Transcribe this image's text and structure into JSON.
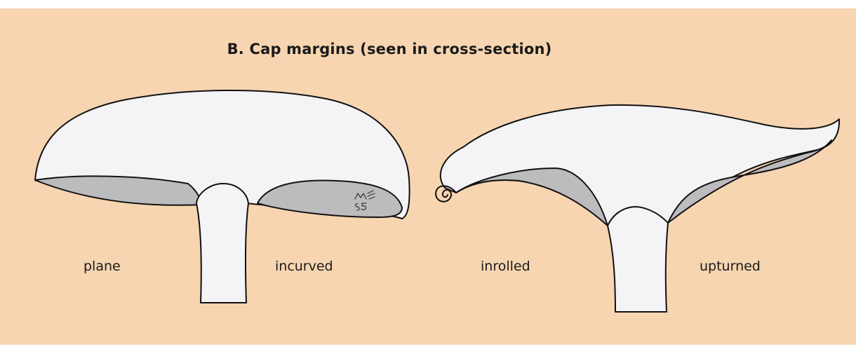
{
  "title": "B. Cap margins (seen in cross-section)",
  "labels": {
    "plane": "plane",
    "incurved": "incurved",
    "inrolled": "inrolled",
    "upturned": "upturned"
  },
  "signature": "MAS 95",
  "colors": {
    "background": "#f7d5b1",
    "cap": "#f4f4f6",
    "gills": "#bcbcbf",
    "outline": "#111111"
  }
}
